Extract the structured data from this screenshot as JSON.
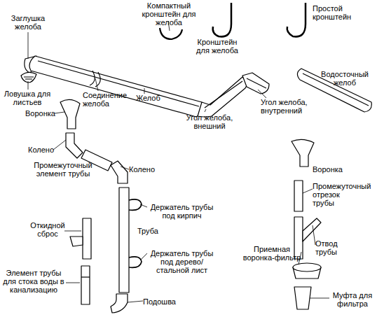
{
  "diagram": {
    "labels": [
      "Заглушка желоба",
      "Компактный кронштейн для желоба",
      "Кронштейн для желоба",
      "Простой кронштейн",
      "Ловушка для листьев",
      "Соединение желоба",
      "Желоб",
      "Водосточный желоб",
      "Угол желоба, внутренний",
      "Угол желоба, внешний",
      "Воронка",
      "Колено",
      "Промежуточный элемент трубы",
      "Колено",
      "Откидной сброс",
      "Держатель трубы под кирпич",
      "Труба",
      "Держатель трубы под дерево/ стальной лист",
      "Элемент трубы для стока воды в канализацию",
      "Подошва",
      "Воронка",
      "Промежуточный отрезок трубы",
      "Отвод трубы",
      "Приемная воронка-фильтр",
      "Муфта для фильтра"
    ]
  }
}
